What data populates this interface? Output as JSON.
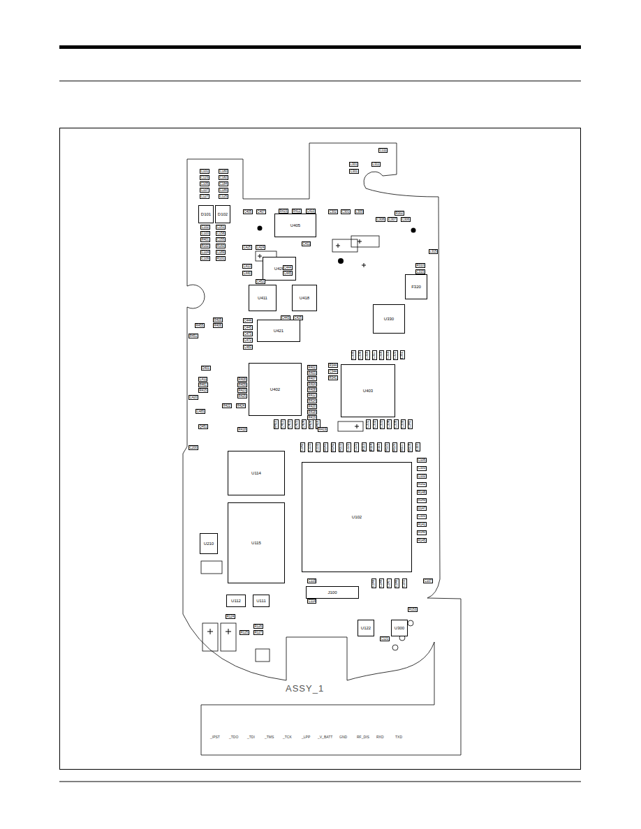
{
  "diagram": {
    "nodes": [
      {
        "text": [
          "U405"
        ]
      },
      {
        "text": [
          "U420"
        ]
      },
      {
        "text": [
          "U411"
        ]
      },
      {
        "text": [
          "U418"
        ]
      },
      {
        "text": [
          "U421"
        ]
      },
      {
        "text": [
          "U330"
        ]
      },
      {
        "text": [
          "F320"
        ]
      },
      {
        "text": [
          "U402"
        ]
      },
      {
        "text": [
          "U403"
        ]
      },
      {
        "text": [
          "U114"
        ]
      },
      {
        "text": [
          "U115"
        ]
      },
      {
        "text": [
          "U102"
        ]
      },
      {
        "text": [
          "U210"
        ]
      },
      {
        "text": [
          "J100"
        ]
      },
      {
        "text": [
          "U122"
        ]
      },
      {
        "text": [
          "U300"
        ]
      },
      {
        "text": [
          "U112"
        ]
      },
      {
        "text": [
          "U111"
        ]
      },
      {
        "text": [
          "D101"
        ]
      },
      {
        "text": [
          "D102"
        ]
      }
    ],
    "labels": [
      "C101",
      "C180",
      "C123",
      "C182",
      "C105",
      "C184",
      "C107",
      "C186",
      "C127",
      "C125",
      "C102",
      "C151",
      "C103",
      "C158",
      "R401",
      "C155",
      "R102",
      "R160",
      "C104",
      "C189",
      "C109",
      "R101",
      "C105",
      "C103",
      "C102",
      "R152",
      "R148",
      "R149",
      "D147",
      "C101",
      "R141",
      "R140",
      "R145",
      "C142",
      "C133",
      "C132",
      "R143",
      "R142",
      "R103",
      "C122",
      "C121",
      "R113",
      "R114",
      "R115",
      "R121",
      "R120",
      "R107",
      "R108",
      "C110",
      "R410",
      "C413",
      "C403",
      "C423",
      "C424",
      "R426",
      "R416",
      "R402",
      "R403",
      "R407",
      "R404",
      "R408",
      "R412",
      "R414",
      "R420",
      "R418",
      "R419",
      "C335",
      "C336",
      "C316",
      "C317",
      "C318",
      "C319",
      "C320",
      "L351",
      "C331",
      "C332",
      "C333",
      "C334",
      "C338",
      "C339",
      "C340",
      "R344",
      "C344",
      "R341",
      "L301",
      "C301",
      "L311",
      "C111",
      "C302",
      "C301",
      "L303",
      "R302",
      "C308",
      "C307",
      "C306",
      "L315",
      "R310",
      "C315",
      "C115",
      "C114",
      "C107",
      "R124",
      "R125",
      "R126",
      "R127",
      "C121",
      "R153",
      "C149",
      "C148",
      "C147",
      "C146",
      "C150",
      "R405",
      "R406",
      "R455",
      "R451",
      "C411",
      "R461",
      "R415",
      "C420",
      "R408",
      "R409",
      "R423",
      "R425",
      "R422",
      "R424",
      "D401",
      "C485",
      "Q451",
      "C200",
      "R418",
      "R419",
      "C405",
      "C407",
      "R415",
      "R412",
      "C410",
      "C411",
      "C425",
      "C424",
      "C413",
      "C440",
      "C444",
      "C445",
      "C452",
      "C443",
      "C425",
      "C444",
      "C445",
      "C473",
      "C472",
      "C483",
      "_IPST",
      "_TDO",
      "_TDI",
      "_TMS",
      "_TCK",
      "_LPP",
      "_V_BATT",
      "GND",
      "RF_DIS",
      "RXD",
      "TXD",
      "ASSY_1"
    ]
  }
}
